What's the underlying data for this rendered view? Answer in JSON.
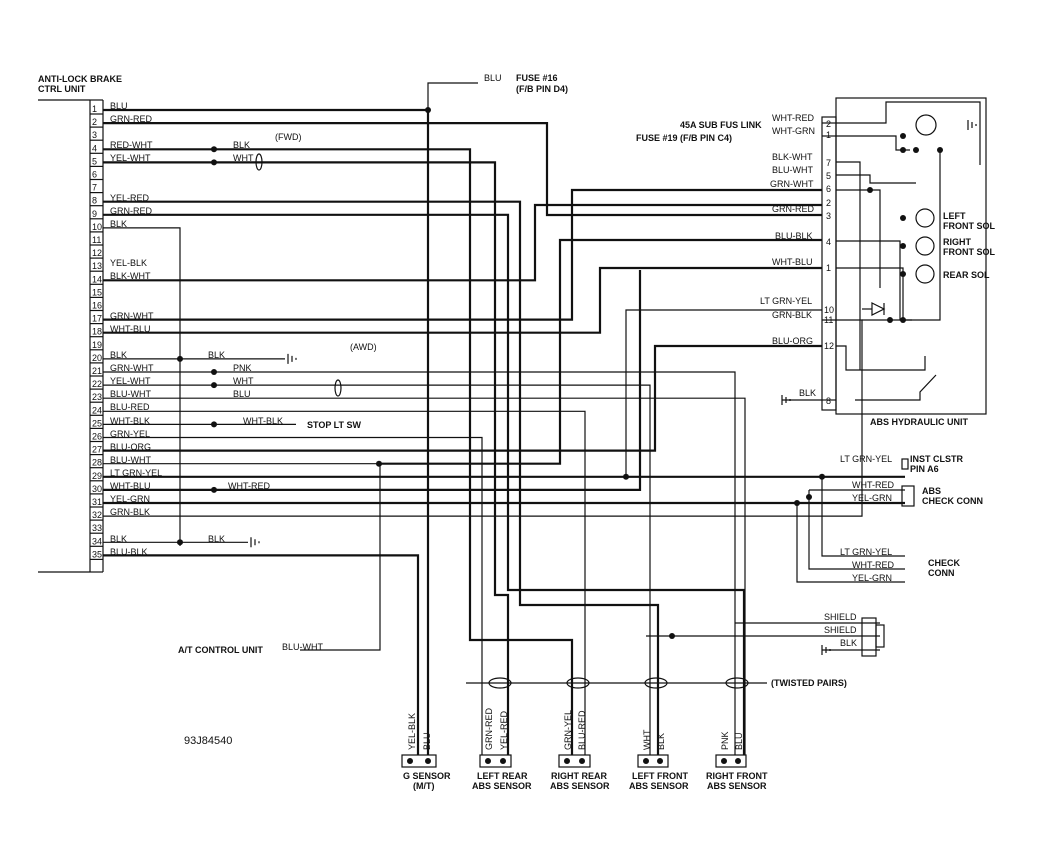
{
  "title_left": [
    "ANTI-LOCK BRAKE",
    "CTRL UNIT"
  ],
  "figure_id": "93J84540",
  "ecu_pins": [
    "1",
    "2",
    "3",
    "4",
    "5",
    "6",
    "7",
    "8",
    "9",
    "10",
    "11",
    "12",
    "13",
    "14",
    "15",
    "16",
    "17",
    "18",
    "19",
    "20",
    "21",
    "22",
    "23",
    "24",
    "25",
    "26",
    "27",
    "28",
    "29",
    "30",
    "31",
    "32",
    "33",
    "34",
    "35"
  ],
  "ecu_wires": [
    "BLU",
    "GRN-RED",
    "RED-WHT",
    "YEL-WHT",
    "YEL-RED",
    "GRN-RED",
    "BLK",
    "YEL-BLK",
    "BLK-WHT",
    "GRN-WHT",
    "WHT-BLU",
    "BLK",
    "GRN-WHT",
    "YEL-WHT",
    "BLU-WHT",
    "BLU-RED",
    "WHT-BLK",
    "GRN-YEL",
    "BLU-ORG",
    "BLU-WHT",
    "LT GRN-YEL",
    "WHT-BLU",
    "YEL-GRN",
    "GRN-BLK",
    "BLK",
    "BLU-BLK"
  ],
  "mid_labels": {
    "blk_4": "BLK",
    "wht_5": "WHT",
    "fwd": "(FWD)",
    "blk_20": "BLK",
    "awd": "(AWD)",
    "pnk_21": "PNK",
    "wht_22": "WHT",
    "blu_23": "BLU",
    "wht_blk_25": "WHT-BLK",
    "stop_lt_sw": "STOP LT SW",
    "wht_red_30": "WHT-RED",
    "blk_34": "BLK"
  },
  "fuse_top": {
    "wire": "BLU",
    "label": "FUSE #16",
    "pin": "(F/B PIN D4)"
  },
  "hyd_unit": {
    "title": "ABS HYDRAULIC UNIT",
    "sub_fus_link": "45A SUB FUS LINK",
    "fuse_19": "FUSE #19 (F/B PIN C4)",
    "pins": [
      "2",
      "1",
      "7",
      "5",
      "6",
      "2",
      "3",
      "4",
      "1",
      "10",
      "11",
      "12",
      "8"
    ],
    "wires": [
      "WHT-RED",
      "WHT-GRN",
      "BLK-WHT",
      "BLU-WHT",
      "GRN-WHT",
      "GRN-RED",
      "BLU-BLK",
      "WHT-BLU",
      "LT GRN-YEL",
      "GRN-BLK",
      "BLU-ORG",
      "BLK"
    ],
    "left_front_sol": [
      "LEFT",
      "FRONT SOL"
    ],
    "right_front_sol": [
      "RIGHT",
      "FRONT SOL"
    ],
    "rear_sol": "REAR SOL"
  },
  "right_side": {
    "lt_grn_yel": "LT GRN-YEL",
    "inst_clstr": [
      "INST CLSTR",
      "PIN A6"
    ],
    "wht_red": "WHT-RED",
    "yel_grn": "YEL-GRN",
    "abs_check_conn": [
      "ABS",
      "CHECK CONN"
    ],
    "check_wires": [
      "LT GRN-YEL",
      "WHT-RED",
      "YEL-GRN"
    ],
    "check_conn": [
      "CHECK",
      "CONN"
    ],
    "shield_wires": [
      "SHIELD",
      "SHIELD",
      "BLK"
    ]
  },
  "at_control": {
    "label": "A/T CONTROL UNIT",
    "wire": "BLU-WHT"
  },
  "twisted_pairs": "(TWISTED PAIRS)",
  "sensors": [
    {
      "wires": [
        "YEL-BLK",
        "BLU"
      ],
      "label": [
        "G SENSOR",
        "(M/T)"
      ]
    },
    {
      "wires": [
        "GRN-RED",
        "YEL-RED"
      ],
      "label": [
        "LEFT REAR",
        "ABS SENSOR"
      ]
    },
    {
      "wires": [
        "GRN-YEL",
        "BLU-RED"
      ],
      "label": [
        "RIGHT REAR",
        "ABS SENSOR"
      ]
    },
    {
      "wires": [
        "WHT",
        "BLK"
      ],
      "label": [
        "LEFT FRONT",
        "ABS SENSOR"
      ]
    },
    {
      "wires": [
        "PNK",
        "BLU"
      ],
      "label": [
        "RIGHT FRONT",
        "ABS SENSOR"
      ]
    }
  ]
}
